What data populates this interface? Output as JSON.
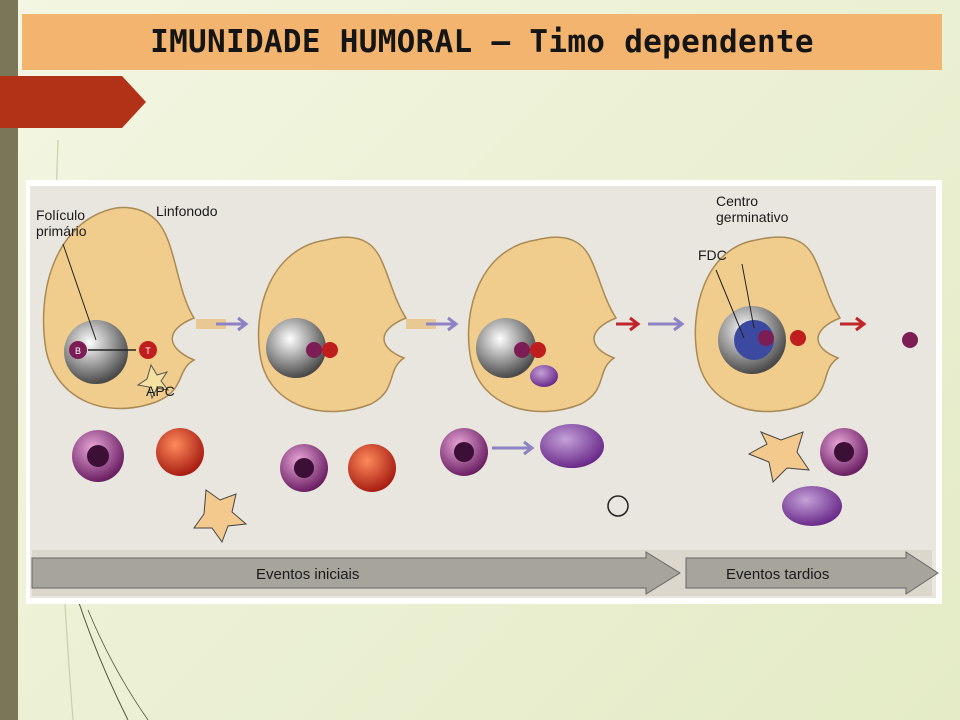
{
  "title": "IMUNIDADE HUMORAL – Timo dependente",
  "colors": {
    "title_bg": "#f2b46e",
    "accent": "#b23217",
    "side_bar": "#7a7758",
    "node": "#f1cd8d"
  },
  "diagram": {
    "label_linfonodo": "Linfonodo",
    "label_foliculo_line1": "Folículo",
    "label_foliculo_line2": "primário",
    "label_apc": "APC",
    "label_centro_line1": "Centro",
    "label_centro_line2": "germinativo",
    "label_fdc": "FDC",
    "cell_b": "B",
    "cell_t": "T",
    "timeline_early": "Eventos iniciais",
    "timeline_late": "Eventos tardios"
  }
}
